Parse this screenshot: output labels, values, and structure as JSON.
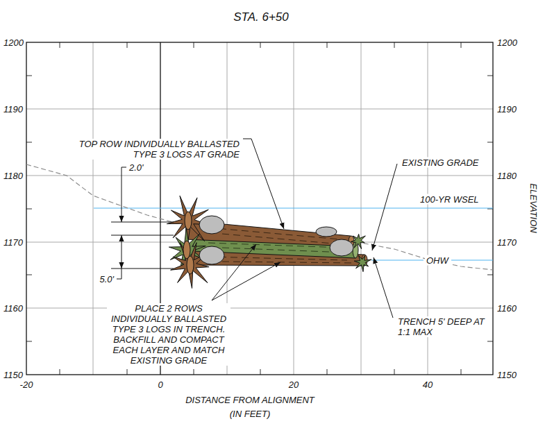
{
  "diagram": {
    "title": "STA. 6+50",
    "labels": [
      "1200",
      "1190",
      "1180",
      "1170",
      "1160",
      "1150",
      "1200",
      "1190",
      "1180",
      "1170",
      "1160",
      "1150",
      "TOP ROW INDIVIDUALLY BALLASTED TYPE 3 LOGS AT GRADE",
      "EXISTING GRADE",
      "100-YR WSEL",
      "2.0'",
      "OHW",
      "5.0'",
      "PLACE 2 ROWS INDIVIDUALLY BALLASTED TYPE 3 LOGS IN TRENCH. BACKFILL AND COMPACT EACH LAYER AND MATCH EXISTING GRADE",
      "TRENCH 5' DEEP AT 1:1 MAX",
      "-20",
      "0",
      "20",
      "40",
      "DISTANCE FROM ALIGNMENT",
      "(IN FEET)",
      "ELEVATION"
    ]
  }
}
